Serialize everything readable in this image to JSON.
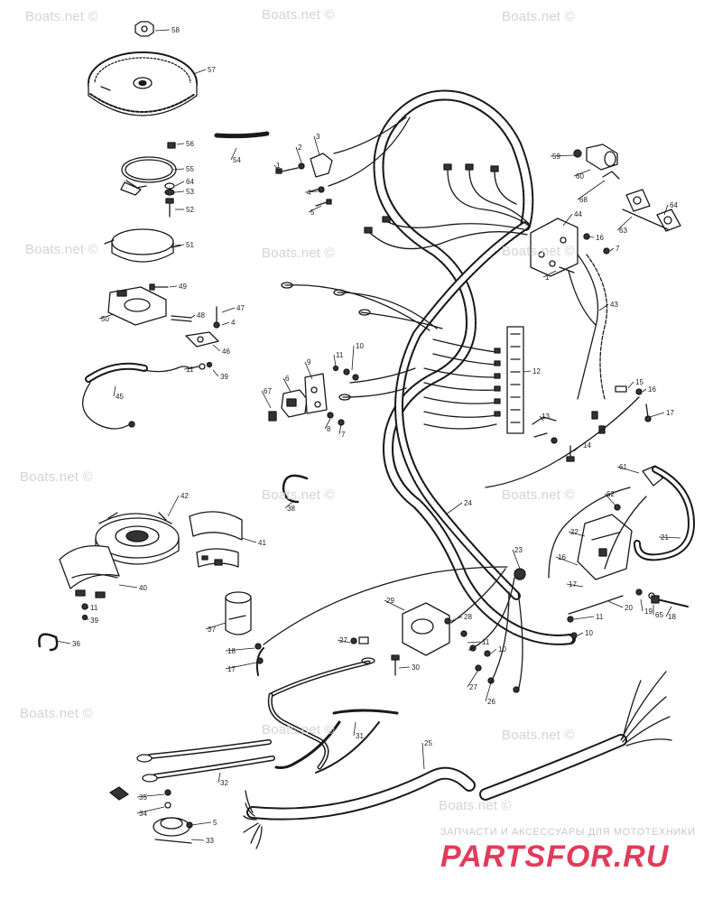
{
  "watermarks": [
    {
      "id": "wm1",
      "text": "Boats.net ©"
    },
    {
      "id": "wm2",
      "text": "Boats.net ©"
    },
    {
      "id": "wm3",
      "text": "Boats.net ©"
    },
    {
      "id": "wm4",
      "text": "Boats.net ©"
    },
    {
      "id": "wm5",
      "text": "Boats.net ©"
    },
    {
      "id": "wm6",
      "text": "Boats.net ©"
    },
    {
      "id": "wm7",
      "text": "Boats.net ©"
    },
    {
      "id": "wm8",
      "text": "Boats.net ©"
    },
    {
      "id": "wm9",
      "text": "Boats.net ©"
    },
    {
      "id": "wm10",
      "text": "Boats.net ©"
    },
    {
      "id": "wm11",
      "text": "Boats.net ©"
    },
    {
      "id": "wm12",
      "text": "Boats.net ©"
    },
    {
      "id": "wm13",
      "text": "Boats.net ©"
    }
  ],
  "brand": {
    "tagline": "ЗАПЧАСТИ И АКСЕССУАРЫ ДЛЯ МОТОТЕХНИКИ",
    "logo": "PARTSFOR.RU",
    "color": "#e23b5a"
  },
  "line_color": "#1a1a1a",
  "part_labels": [
    {
      "id": "p58",
      "text": "58"
    },
    {
      "id": "p57",
      "text": "57"
    },
    {
      "id": "p56",
      "text": "56"
    },
    {
      "id": "p55",
      "text": "55"
    },
    {
      "id": "p64",
      "text": "64"
    },
    {
      "id": "p53",
      "text": "53"
    },
    {
      "id": "p52",
      "text": "52"
    },
    {
      "id": "p51",
      "text": "51"
    },
    {
      "id": "p54",
      "text": "54"
    },
    {
      "id": "p49",
      "text": "49"
    },
    {
      "id": "p50",
      "text": "50"
    },
    {
      "id": "p48",
      "text": "48"
    },
    {
      "id": "p47",
      "text": "47"
    },
    {
      "id": "p4a",
      "text": "4"
    },
    {
      "id": "p46",
      "text": "46"
    },
    {
      "id": "p45",
      "text": "45"
    },
    {
      "id": "p11a",
      "text": "11"
    },
    {
      "id": "p39a",
      "text": "39"
    },
    {
      "id": "p1a",
      "text": "1"
    },
    {
      "id": "p2",
      "text": "2"
    },
    {
      "id": "p3",
      "text": "3"
    },
    {
      "id": "p4b",
      "text": "4"
    },
    {
      "id": "p5a",
      "text": "5"
    },
    {
      "id": "p59",
      "text": "59"
    },
    {
      "id": "p60",
      "text": "60"
    },
    {
      "id": "p68",
      "text": "68"
    },
    {
      "id": "p63",
      "text": "63"
    },
    {
      "id": "p64b",
      "text": "64"
    },
    {
      "id": "p44",
      "text": "44"
    },
    {
      "id": "p16a",
      "text": "16"
    },
    {
      "id": "p7a",
      "text": "7"
    },
    {
      "id": "p1b",
      "text": "1"
    },
    {
      "id": "p43",
      "text": "43"
    },
    {
      "id": "p12",
      "text": "12"
    },
    {
      "id": "p13",
      "text": "13"
    },
    {
      "id": "p14",
      "text": "14"
    },
    {
      "id": "p15",
      "text": "15"
    },
    {
      "id": "p16b",
      "text": "16"
    },
    {
      "id": "p17a",
      "text": "17"
    },
    {
      "id": "p67",
      "text": "67"
    },
    {
      "id": "p6",
      "text": "6"
    },
    {
      "id": "p9",
      "text": "9"
    },
    {
      "id": "p11b",
      "text": "11"
    },
    {
      "id": "p10a",
      "text": "10"
    },
    {
      "id": "p8",
      "text": "8"
    },
    {
      "id": "p7b",
      "text": "7"
    },
    {
      "id": "p38",
      "text": "38"
    },
    {
      "id": "p42",
      "text": "42"
    },
    {
      "id": "p41",
      "text": "41"
    },
    {
      "id": "p40",
      "text": "40"
    },
    {
      "id": "p11c",
      "text": "11"
    },
    {
      "id": "p39b",
      "text": "39"
    },
    {
      "id": "p36",
      "text": "36"
    },
    {
      "id": "p37",
      "text": "37"
    },
    {
      "id": "p18a",
      "text": "18"
    },
    {
      "id": "p17b",
      "text": "17"
    },
    {
      "id": "p24",
      "text": "24"
    },
    {
      "id": "p23",
      "text": "23"
    },
    {
      "id": "p61",
      "text": "61"
    },
    {
      "id": "p62",
      "text": "62"
    },
    {
      "id": "p22",
      "text": "22"
    },
    {
      "id": "p21",
      "text": "21"
    },
    {
      "id": "p16c",
      "text": "16"
    },
    {
      "id": "p17c",
      "text": "17"
    },
    {
      "id": "p20",
      "text": "20"
    },
    {
      "id": "p19",
      "text": "19"
    },
    {
      "id": "p65",
      "text": "65"
    },
    {
      "id": "p18b",
      "text": "18"
    },
    {
      "id": "p11d",
      "text": "11"
    },
    {
      "id": "p10b",
      "text": "10"
    },
    {
      "id": "p29",
      "text": "29"
    },
    {
      "id": "p28",
      "text": "28"
    },
    {
      "id": "p11e",
      "text": "11"
    },
    {
      "id": "p10c",
      "text": "10"
    },
    {
      "id": "p27a",
      "text": "27"
    },
    {
      "id": "p30",
      "text": "30"
    },
    {
      "id": "p27b",
      "text": "27"
    },
    {
      "id": "p26",
      "text": "26"
    },
    {
      "id": "p31",
      "text": "31"
    },
    {
      "id": "p32",
      "text": "32"
    },
    {
      "id": "p25",
      "text": "25"
    },
    {
      "id": "p35",
      "text": "35"
    },
    {
      "id": "p34",
      "text": "34"
    },
    {
      "id": "p5b",
      "text": "5"
    },
    {
      "id": "p33",
      "text": "33"
    }
  ]
}
